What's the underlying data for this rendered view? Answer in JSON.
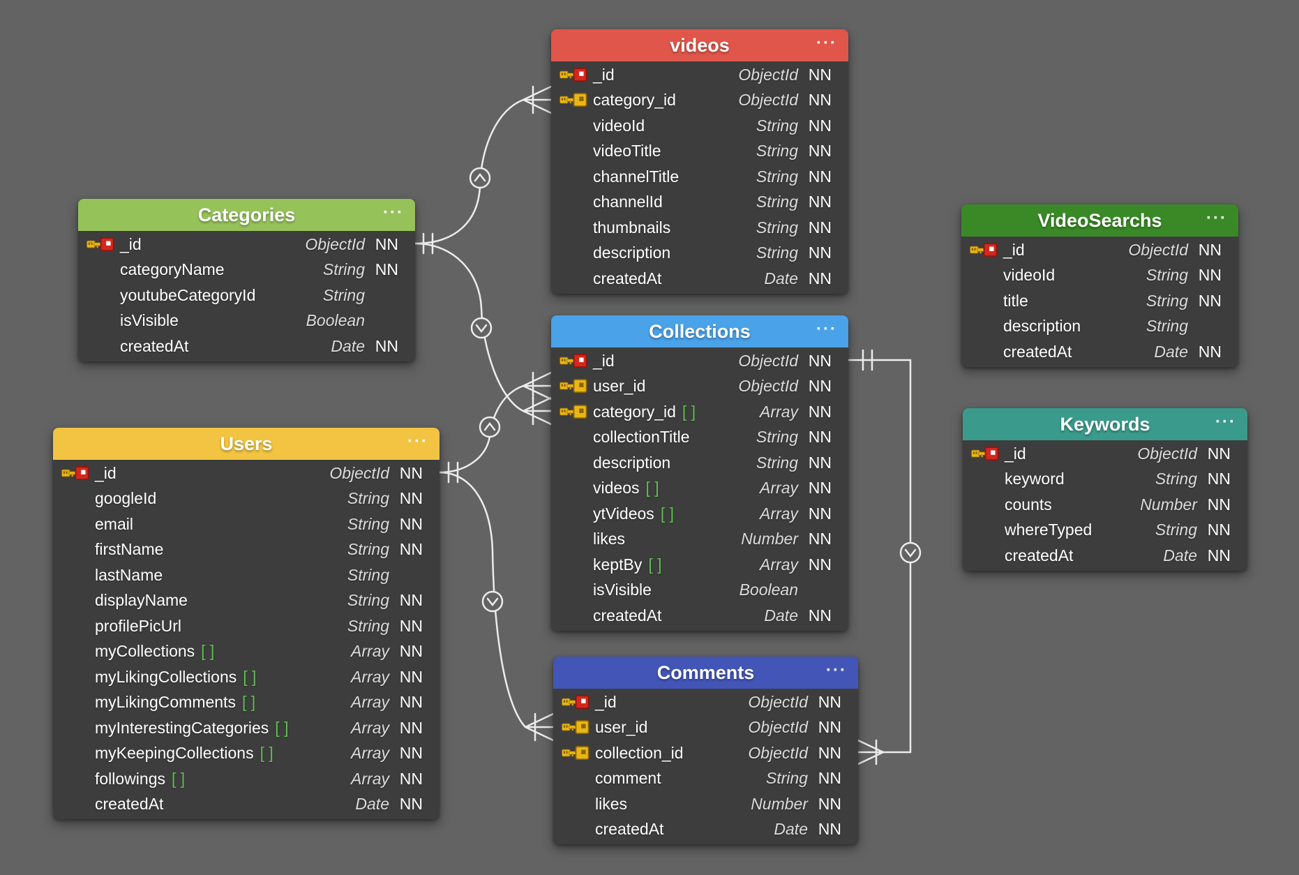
{
  "ui": {
    "menu_icon": "···",
    "array_brackets": "[ ]",
    "nn_label": "NN"
  },
  "colors": {
    "canvas_bg": "#636363",
    "table_bg": "#3d3d3d",
    "line": "#ececec",
    "array_bracket": "#5cc04e",
    "pk_badge": "#d3281e",
    "fk_badge": "#eab616",
    "key_gold": "#eab616"
  },
  "diagram": {
    "tables": [
      {
        "name": "videos",
        "header_color": "#e0564a",
        "fields": [
          {
            "name": "_id",
            "key": "pk",
            "type": "ObjectId",
            "nn": "NN"
          },
          {
            "name": "category_id",
            "key": "fk",
            "type": "ObjectId",
            "nn": "NN"
          },
          {
            "name": "videoId",
            "type": "String",
            "nn": "NN"
          },
          {
            "name": "videoTitle",
            "type": "String",
            "nn": "NN"
          },
          {
            "name": "channelTitle",
            "type": "String",
            "nn": "NN"
          },
          {
            "name": "channelId",
            "type": "String",
            "nn": "NN"
          },
          {
            "name": "thumbnails",
            "type": "String",
            "nn": "NN"
          },
          {
            "name": "description",
            "type": "String",
            "nn": "NN"
          },
          {
            "name": "createdAt",
            "type": "Date",
            "nn": "NN"
          }
        ]
      },
      {
        "name": "Categories",
        "header_color": "#96c25a",
        "fields": [
          {
            "name": "_id",
            "key": "pk",
            "type": "ObjectId",
            "nn": "NN"
          },
          {
            "name": "categoryName",
            "type": "String",
            "nn": "NN"
          },
          {
            "name": "youtubeCategoryId",
            "type": "String",
            "nn": ""
          },
          {
            "name": "isVisible",
            "type": "Boolean",
            "nn": ""
          },
          {
            "name": "createdAt",
            "type": "Date",
            "nn": "NN"
          }
        ]
      },
      {
        "name": "Users",
        "header_color": "#f2c441",
        "fields": [
          {
            "name": "_id",
            "key": "pk",
            "type": "ObjectId",
            "nn": "NN"
          },
          {
            "name": "googleId",
            "type": "String",
            "nn": "NN"
          },
          {
            "name": "email",
            "type": "String",
            "nn": "NN"
          },
          {
            "name": "firstName",
            "type": "String",
            "nn": "NN"
          },
          {
            "name": "lastName",
            "type": "String",
            "nn": ""
          },
          {
            "name": "displayName",
            "type": "String",
            "nn": "NN"
          },
          {
            "name": "profilePicUrl",
            "type": "String",
            "nn": "NN"
          },
          {
            "name": "myCollections",
            "is_array": true,
            "type": "Array",
            "nn": "NN"
          },
          {
            "name": "myLikingCollections",
            "is_array": true,
            "type": "Array",
            "nn": "NN"
          },
          {
            "name": "myLikingComments",
            "is_array": true,
            "type": "Array",
            "nn": "NN"
          },
          {
            "name": "myInterestingCategories",
            "is_array": true,
            "type": "Array",
            "nn": "NN"
          },
          {
            "name": "myKeepingCollections",
            "is_array": true,
            "type": "Array",
            "nn": "NN"
          },
          {
            "name": "followings",
            "is_array": true,
            "type": "Array",
            "nn": "NN"
          },
          {
            "name": "createdAt",
            "type": "Date",
            "nn": "NN"
          }
        ]
      },
      {
        "name": "Collections",
        "header_color": "#4aa2e9",
        "fields": [
          {
            "name": "_id",
            "key": "pk",
            "type": "ObjectId",
            "nn": "NN"
          },
          {
            "name": "user_id",
            "key": "fk",
            "type": "ObjectId",
            "nn": "NN"
          },
          {
            "name": "category_id",
            "key": "fk",
            "is_array": true,
            "type": "Array",
            "nn": "NN"
          },
          {
            "name": "collectionTitle",
            "type": "String",
            "nn": "NN"
          },
          {
            "name": "description",
            "type": "String",
            "nn": "NN"
          },
          {
            "name": "videos",
            "is_array": true,
            "type": "Array",
            "nn": "NN"
          },
          {
            "name": "ytVideos",
            "is_array": true,
            "type": "Array",
            "nn": "NN"
          },
          {
            "name": "likes",
            "type": "Number",
            "nn": "NN"
          },
          {
            "name": "keptBy",
            "is_array": true,
            "type": "Array",
            "nn": "NN"
          },
          {
            "name": "isVisible",
            "type": "Boolean",
            "nn": ""
          },
          {
            "name": "createdAt",
            "type": "Date",
            "nn": "NN"
          }
        ]
      },
      {
        "name": "Comments",
        "header_color": "#4355b7",
        "fields": [
          {
            "name": "_id",
            "key": "pk",
            "type": "ObjectId",
            "nn": "NN"
          },
          {
            "name": "user_id",
            "key": "fk",
            "type": "ObjectId",
            "nn": "NN"
          },
          {
            "name": "collection_id",
            "key": "fk",
            "type": "ObjectId",
            "nn": "NN"
          },
          {
            "name": "comment",
            "type": "String",
            "nn": "NN"
          },
          {
            "name": "likes",
            "type": "Number",
            "nn": "NN"
          },
          {
            "name": "createdAt",
            "type": "Date",
            "nn": "NN"
          }
        ]
      },
      {
        "name": "VideoSearchs",
        "header_color": "#398a26",
        "fields": [
          {
            "name": "_id",
            "key": "pk",
            "type": "ObjectId",
            "nn": "NN"
          },
          {
            "name": "videoId",
            "type": "String",
            "nn": "NN"
          },
          {
            "name": "title",
            "type": "String",
            "nn": "NN"
          },
          {
            "name": "description",
            "type": "String",
            "nn": ""
          },
          {
            "name": "createdAt",
            "type": "Date",
            "nn": "NN"
          }
        ]
      },
      {
        "name": "Keywords",
        "header_color": "#3a9b8c",
        "fields": [
          {
            "name": "_id",
            "key": "pk",
            "type": "ObjectId",
            "nn": "NN"
          },
          {
            "name": "keyword",
            "type": "String",
            "nn": "NN"
          },
          {
            "name": "counts",
            "type": "Number",
            "nn": "NN"
          },
          {
            "name": "whereTyped",
            "type": "String",
            "nn": "NN"
          },
          {
            "name": "createdAt",
            "type": "Date",
            "nn": "NN"
          }
        ]
      }
    ],
    "relationships": [
      {
        "from": "Categories._id",
        "to": "videos.category_id",
        "cardinality": "one-to-many"
      },
      {
        "from": "Categories._id",
        "to": "Collections.category_id",
        "cardinality": "one-to-many"
      },
      {
        "from": "Users._id",
        "to": "Collections.user_id",
        "cardinality": "one-to-many"
      },
      {
        "from": "Users._id",
        "to": "Comments.user_id",
        "cardinality": "one-to-many"
      },
      {
        "from": "Collections._id",
        "to": "Comments.collection_id",
        "cardinality": "one-to-many"
      }
    ]
  }
}
